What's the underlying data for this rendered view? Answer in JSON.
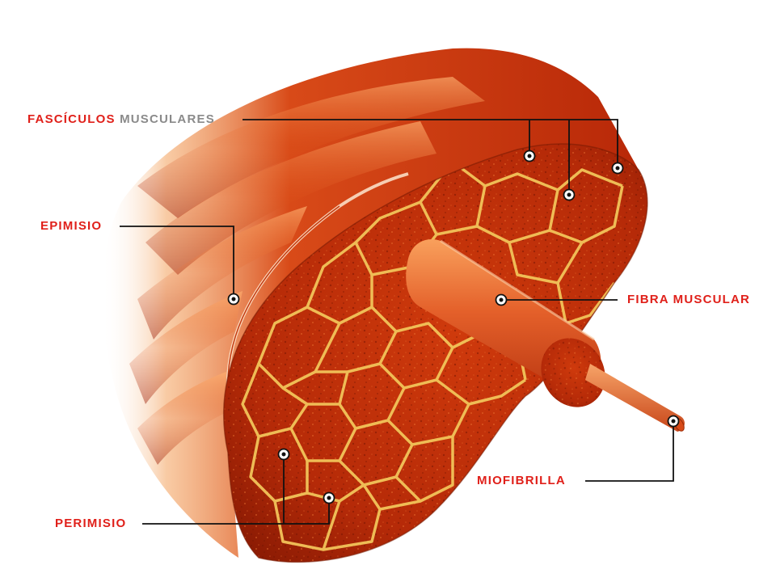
{
  "labels": {
    "fasciculos_red": "FASCÍCULOS",
    "fasciculos_grey": "MUSCULARES",
    "epimisio": "EPIMISIO",
    "fibra": "FIBRA MUSCULAR",
    "miofibrilla": "MIOFIBRILLA",
    "perimisio": "PERIMISIO"
  },
  "colors": {
    "label_red": "#e0201a",
    "label_grey": "#8a8a8a",
    "leader_line": "#111111",
    "tissue_dark": "#b52a08",
    "tissue_mid": "#d8501c",
    "tissue_light": "#f08a3a",
    "septa_yellow": "#f2c45a"
  }
}
